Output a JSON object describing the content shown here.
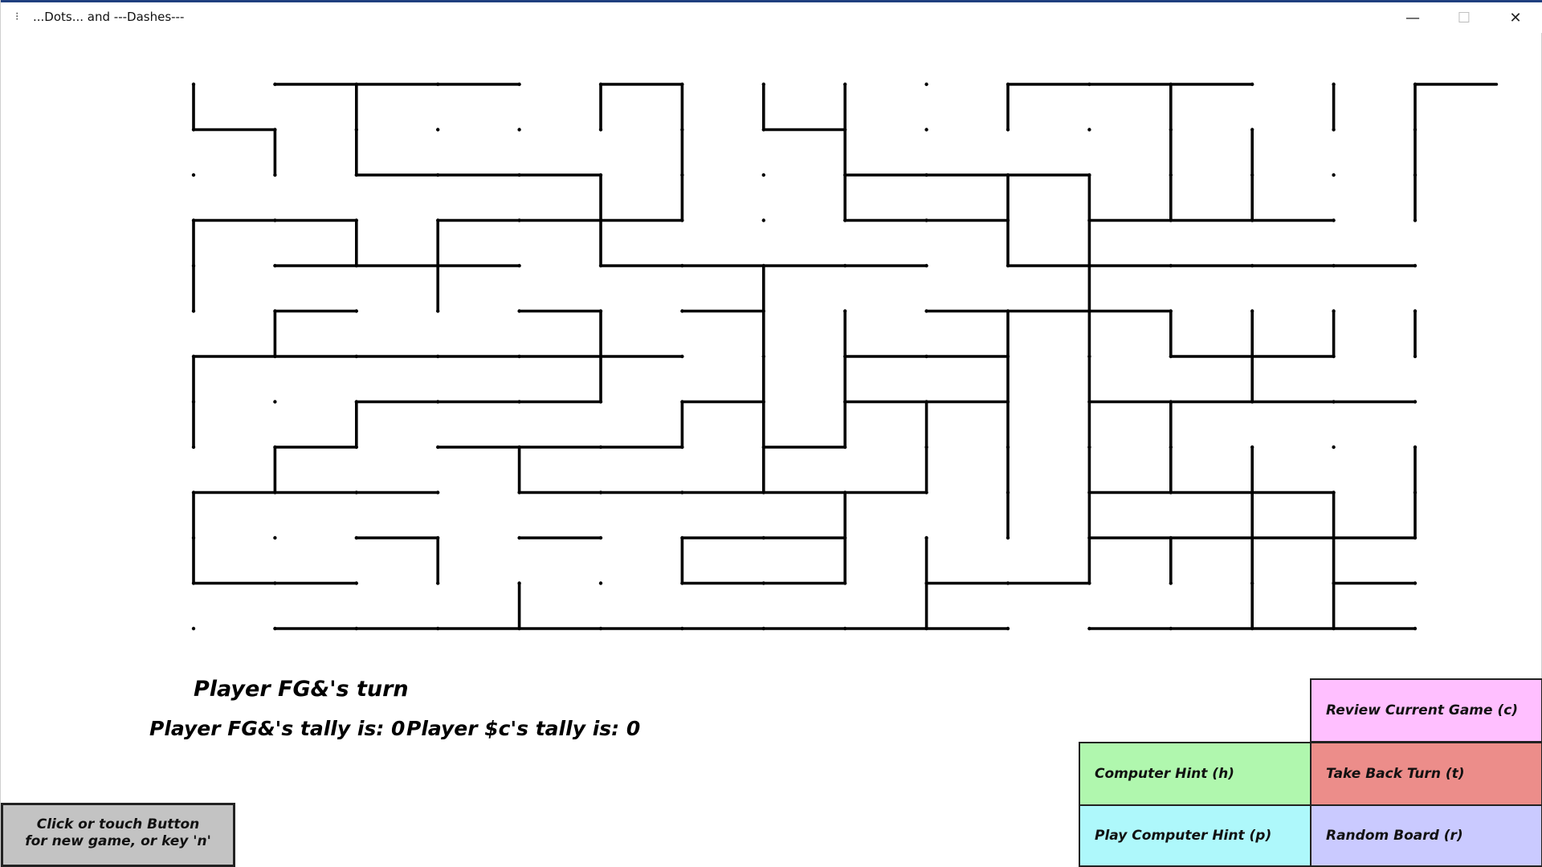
{
  "window": {
    "title": "...Dots... and ---Dashes---",
    "icon": "app-icon",
    "minimize_glyph": "—",
    "maximize_glyph": "☐",
    "close_glyph": "✕"
  },
  "game": {
    "turn_text": "Player FG&'s turn",
    "tally_player1": "Player FG&'s tally is: 0",
    "tally_player2": "Player $c's tally is: 0",
    "grid": {
      "cols": 16,
      "rows": 13
    },
    "line_color": "#000000",
    "horizontal_edges": [
      [
        0,
        [
          1,
          2,
          3,
          5,
          10,
          11,
          12,
          15
        ]
      ],
      [
        1,
        [
          0,
          7
        ]
      ],
      [
        2,
        [
          2,
          3,
          4,
          8,
          9,
          10
        ]
      ],
      [
        3,
        [
          0,
          1,
          3,
          4,
          5,
          8,
          9,
          11,
          12,
          13
        ]
      ],
      [
        4,
        [
          1,
          2,
          3,
          5,
          6,
          7,
          8,
          10,
          11,
          12,
          13,
          14
        ]
      ],
      [
        5,
        [
          1,
          4,
          6,
          9,
          10,
          11
        ]
      ],
      [
        6,
        [
          0,
          1,
          2,
          3,
          4,
          5,
          8,
          9,
          12,
          13
        ]
      ],
      [
        7,
        [
          2,
          3,
          4,
          6,
          8,
          9,
          11,
          12,
          13,
          14
        ]
      ],
      [
        8,
        [
          1,
          3,
          4,
          5,
          7
        ]
      ],
      [
        9,
        [
          0,
          1,
          2,
          4,
          5,
          6,
          7,
          8,
          11,
          12,
          13
        ]
      ],
      [
        10,
        [
          2,
          4,
          6,
          7,
          11,
          12,
          13,
          14
        ]
      ],
      [
        11,
        [
          0,
          1,
          6,
          7,
          9,
          10,
          14
        ]
      ],
      [
        12,
        [
          1,
          2,
          3,
          4,
          5,
          6,
          7,
          8,
          9,
          11,
          12,
          13,
          14
        ]
      ]
    ],
    "vertical_edges": [
      [
        0,
        [
          0,
          3,
          4,
          6,
          7,
          9,
          10
        ]
      ],
      [
        1,
        [
          1,
          5,
          8
        ]
      ],
      [
        2,
        [
          0,
          1,
          3,
          7
        ]
      ],
      [
        3,
        [
          3,
          4,
          10
        ]
      ],
      [
        4,
        [
          8,
          11
        ]
      ],
      [
        5,
        [
          0,
          2,
          3,
          5,
          6
        ]
      ],
      [
        6,
        [
          0,
          1,
          2,
          7,
          10
        ]
      ],
      [
        7,
        [
          0,
          4,
          5,
          6,
          7,
          8
        ]
      ],
      [
        8,
        [
          0,
          1,
          2,
          5,
          6,
          7,
          9,
          10
        ]
      ],
      [
        9,
        [
          7,
          8,
          10,
          11
        ]
      ],
      [
        10,
        [
          0,
          2,
          3,
          5,
          6,
          7,
          8,
          9
        ]
      ],
      [
        11,
        [
          2,
          3,
          4,
          5,
          6,
          7,
          8,
          9,
          10
        ]
      ],
      [
        12,
        [
          0,
          1,
          2,
          5,
          7,
          8,
          10
        ]
      ],
      [
        13,
        [
          1,
          2,
          5,
          6,
          8,
          9,
          10,
          11
        ]
      ],
      [
        14,
        [
          0,
          5,
          9,
          10,
          11
        ]
      ],
      [
        15,
        [
          0,
          1,
          2,
          5,
          8,
          9
        ]
      ]
    ]
  },
  "buttons": {
    "review": "Review Current Game (c)",
    "hint": "Computer Hint (h)",
    "take_back": "Take Back Turn (t)",
    "play_hint": "Play Computer Hint (p)",
    "random": "Random Board (r)",
    "new_game_line1": "Click or touch Button",
    "new_game_line2": "for new game, or key 'n'"
  }
}
